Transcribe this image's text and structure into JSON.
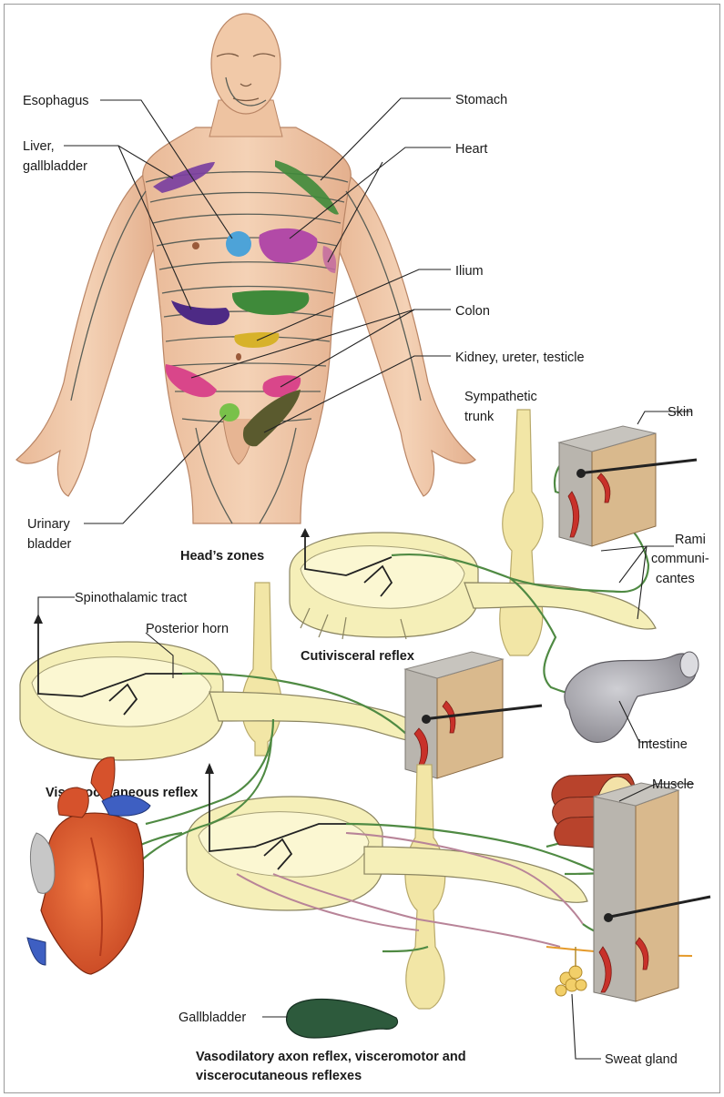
{
  "labels": {
    "esophagus": "Esophagus",
    "liver_1": "Liver,",
    "liver_2": "gallbladder",
    "stomach": "Stomach",
    "heart": "Heart",
    "ilium": "Ilium",
    "colon": "Colon",
    "kidney": "Kidney, ureter, testicle",
    "urinary_1": "Urinary",
    "urinary_2": "bladder",
    "sympathetic_1": "Sympathetic",
    "sympathetic_2": "trunk",
    "skin": "Skin",
    "rami_1": "Rami",
    "rami_2": "communi-",
    "rami_3": "cantes",
    "spinothalamic": "Spinothalamic tract",
    "posterior_horn": "Posterior horn",
    "intestine": "Intestine",
    "muscle": "Muscle",
    "gallbladder": "Gallbladder",
    "sweat_gland": "Sweat gland"
  },
  "titles": {
    "heads_zones": "Head’s zones",
    "cutivisceral": "Cutivisceral reflex",
    "viscerocutaneous": "Viscerocutaneous reflex",
    "vasodilatory_1": "Vasodilatory axon reflex, visceromotor and",
    "vasodilatory_2": "viscerocutaneous reflexes"
  },
  "colors": {
    "zone_purple": "#7a3fa0",
    "zone_green": "#3f8a3a",
    "zone_blue": "#4da3d8",
    "zone_magenta": "#b24aa7",
    "zone_yellow": "#d7b22a",
    "zone_pink": "#d9468a",
    "zone_lightgreen": "#79c14a",
    "zone_olive": "#5a5a2e",
    "body_skin": "#efc9a6",
    "nerve_green": "#4f8a43",
    "heart_red": "#d6522c",
    "gallbladder_green": "#2d5a3c"
  }
}
